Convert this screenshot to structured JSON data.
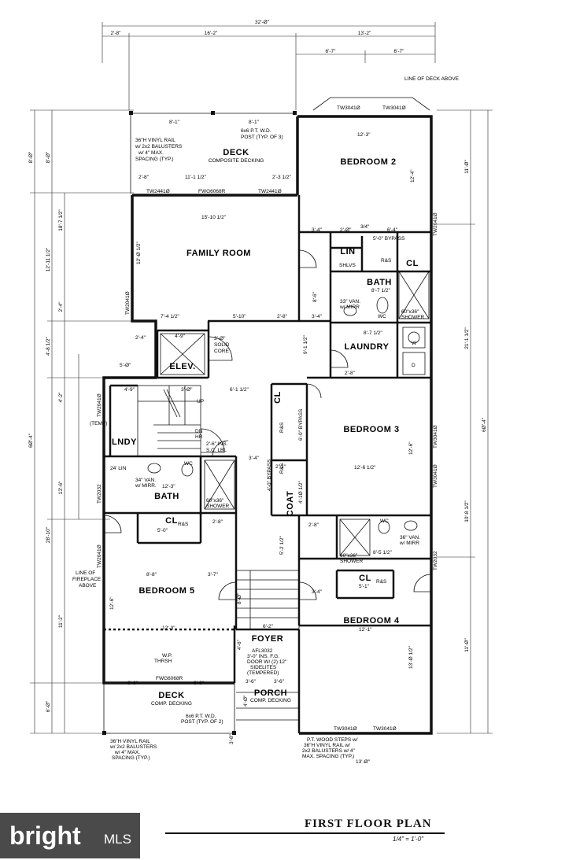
{
  "plan": {
    "rooms": {
      "deck_top": "DECK",
      "deck_top_sub": "COMPOSITE DECKING",
      "bedroom2": "BEDROOM 2",
      "family_room": "FAMILY ROOM",
      "lin": "LIN",
      "cl_top": "CL",
      "bath_top": "BATH",
      "laundry": "LAUNDRY",
      "elev": "ELEV.",
      "bedroom3": "BEDROOM 3",
      "lndy": "LNDY",
      "bath_left": "BATH",
      "cl_left": "CL",
      "coat": "COAT",
      "cl_mid": "CL",
      "cl_right": "CL",
      "bedroom5": "BEDROOM 5",
      "bedroom4": "BEDROOM 4",
      "foyer": "FOYER",
      "deck_bottom": "DECK",
      "deck_bottom_sub": "COMP. DECKING",
      "porch": "PORCH",
      "porch_sub": "COMP. DECKING"
    },
    "notes": {
      "line_of_deck": "LINE OF DECK ABOVE",
      "rail_top_1": "36\"H VINYL RAIL",
      "rail_top_2": "w/ 2x2 BALUSTERS",
      "rail_top_3": "w/ 4\" MAX.",
      "rail_top_4": "SPACING (TYP.)",
      "post_top_1": "6x6 P.T. W.D.",
      "post_top_2": "POST (TYP. OF 3)",
      "solid_core_1": "SOLID",
      "solid_core_2": "CORE",
      "bypass_top": "5'-0\" BYPASS",
      "shelves": "SHLVS",
      "van_top_1": "33\" VAN.",
      "van_top_2": "w/ MIRR",
      "wc_top": "WC",
      "shower_top_1": "60\"x36\"",
      "shower_top_2": "SHOWER",
      "w": "W",
      "d": "D",
      "r_s": "R&S",
      "temp": "(TEMP)",
      "up": "UP",
      "dn": "DN",
      "hr": "HR",
      "ins_1": "2'-6\" INS.",
      "ins_2": "S.C. LBL",
      "lin_left": "24' LIN",
      "van_left_1": "34\" VAN.",
      "van_left_2": "w/ MIRR.",
      "shower_left_1": "60\"x36\"",
      "shower_left_2": "SHOWER",
      "bypass_mid": "4'-0\" BYPASS",
      "bypass_b3": "6'-0\" BYPASS",
      "van_right_1": "36\" VAN.",
      "van_right_2": "w/ MIRR",
      "shower_right_1": "60\"x36\"",
      "shower_right_2": "SHOWER",
      "fireplace_1": "LINE OF",
      "fireplace_2": "FIREPLACE",
      "fireplace_3": "ABOVE",
      "wp_1": "W.P.",
      "wp_2": "THRSH",
      "door_1": "AFL3032",
      "door_2": "3'-0\" INS. F.G.",
      "door_3": "DOOR W/ (2) 12\"",
      "door_4": "SIDELITES",
      "door_5": "(TEMPERED)",
      "post_bot_1": "6x6 P.T. W.D.",
      "post_bot_2": "POST (TYP. OF 2)",
      "rail_bot_1": "36\"H VINYL RAIL",
      "rail_bot_2": "w/ 2x2 BALUSTERS",
      "rail_bot_3": "w/ 4\" MAX.",
      "rail_bot_4": "SPACING (TYP.)",
      "steps_1": "P.T. WOOD STEPS w/",
      "steps_2": "36\"H VINYL RAIL w/",
      "steps_3": "2x2 BALUSTERS w/ 4\"",
      "steps_4": "MAX. SPACING (TYP.)"
    },
    "windows": {
      "tw3041_a": "TW3041Ø",
      "tw3041_b": "TW3041Ø",
      "tw2441_a": "TW2441Ø",
      "fwg6068r_a": "FWG6068R",
      "tw2441_b": "TW2441Ø",
      "tw2041_r": "TW2041Ø",
      "tw2041_l": "TW2041Ø",
      "tw3041_c": "TW3041Ø",
      "tw3041_d": "TW3041Ø",
      "tw2032_l": "TW2032",
      "tw2041_l2": "TW2041Ø",
      "tw2032_r": "TW2032",
      "fwg6068r_b": "FWG6068R",
      "tw3041_e": "TW3041Ø",
      "tw3041_f": "TW3041Ø"
    },
    "dims": {
      "overall_w": "32'-Ø\"",
      "t1": "2'-8\"",
      "t2": "16'-2\"",
      "t3": "13'-2\"",
      "t4": "6'-7\"",
      "t5": "6'-7\"",
      "l_outer_1": "8'-Ø\"",
      "l_outer_2": "6Ø'-4\"",
      "l_a": "18'-7 1/2\"",
      "l_b": "12'-11 1/2\"",
      "l_c": "2'-4\"",
      "l_d": "4'-8 1/2\"",
      "l_e": "4'-2\"",
      "l_f": "13'-6\"",
      "l_g": "28'-10\"",
      "l_h": "11'-2\"",
      "l_i": "6'-Ø\"",
      "r_a": "11'-Ø\"",
      "r_b": "21'-1 1/2\"",
      "r_c": "6Ø'-4\"",
      "r_d": "10'-8 1/2\"",
      "r_e": "11'-Ø\"",
      "deck_a": "8'-1\"",
      "deck_b": "8'-1\"",
      "deck_c": "2'-8\"",
      "deck_d": "11'-1 1/2\"",
      "deck_e": "2'-3 1/2\"",
      "b2_w": "12'-3\"",
      "b2_h": "12'-4\"",
      "fr_w": "15'-10 1/2\"",
      "fr_h": "12'-Ø 1/2\"",
      "fr_b1": "7'-4 1/2\"",
      "fr_b2": "5'-10\"",
      "fr_b3": "2'-8\"",
      "h1": "3'-4\"",
      "h2": "2'-Ø\"",
      "h3": "3/4\"",
      "h4": "6'-4\"",
      "bath_w": "8'-7 1/2\"",
      "bath_w2": "8'-7 1/2\"",
      "l3": "3'-4\"",
      "l4": "8'-6\"",
      "e1": "2'-4\"",
      "e2": "4'-9\"",
      "e3": "3'-Ø\"",
      "e4": "5'-Ø\"",
      "e5": "9'-1 1/2\"",
      "e6": "2'-8\"",
      "s1": "4'-9\"",
      "s2": "3'-Ø\"",
      "s3": "6'-1 1/2\"",
      "b3_w": "12'-6 1/2\"",
      "b3_h": "12'-6\"",
      "c1": "3'-4\"",
      "c2": "2'-1\"",
      "c3": "4'-1Ø 1/2\"",
      "lb1": "12'-3\"",
      "lb2": "2'-8\"",
      "lb3": "5'-0\"",
      "b5_a": "8'-8\"",
      "b5_b": "3'-7\"",
      "b5_w": "12'-3\"",
      "b5_h": "12'-6\"",
      "b4_a": "2'-8\"",
      "b4_b": "8'-5 1/2\"",
      "b4_c": "5'-1\"",
      "b4_d": "3'-4\"",
      "b4_w": "12'-1\"",
      "b4_h": "13'-Ø 1/2\"",
      "f1": "5'-2 1/2\"",
      "f2": "6'-2\"",
      "f3": "8'-Ø\"",
      "f4": "4'-6\"",
      "f5": "3'-6\"",
      "f6": "3'-6\"",
      "dk1": "6'-6\"",
      "dk2": "6'-6\"",
      "p1": "4'-Ø\"",
      "p2": "3'-8\"",
      "p3": "13'-Ø\""
    }
  },
  "title": "FIRST FLOOR PLAN",
  "scale": "1/4\" = 1'-0\"",
  "logo": {
    "text": "bright",
    "suffix": "MLS"
  }
}
